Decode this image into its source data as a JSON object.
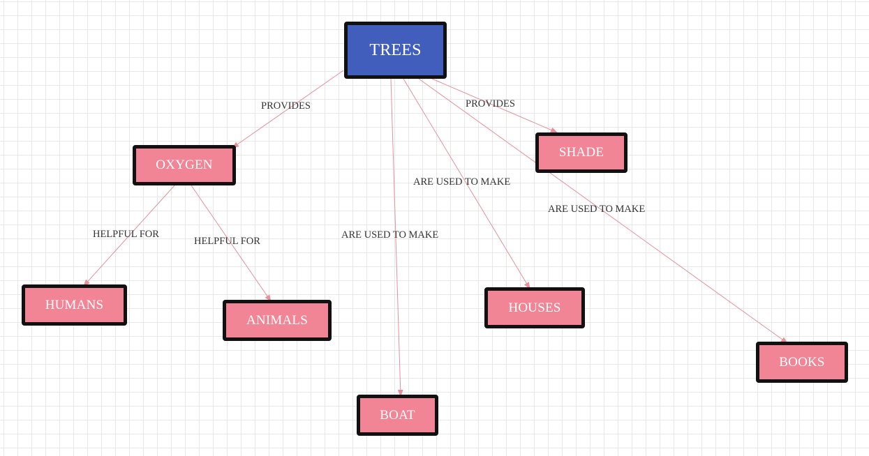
{
  "colors": {
    "root_fill": "#425ebd",
    "node_fill": "#f28595",
    "node_border": "#111111",
    "edge": "#e7909b",
    "label_text": "#333333",
    "grid": "#e8e8e8"
  },
  "nodes": {
    "trees": "TREES",
    "oxygen": "OXYGEN",
    "shade": "SHADE",
    "humans": "HUMANS",
    "animals": "ANIMALS",
    "houses": "HOUSES",
    "boat": "BOAT",
    "books": "BOOKS"
  },
  "edges": [
    {
      "from": "TREES",
      "to": "OXYGEN",
      "label": "PROVIDES"
    },
    {
      "from": "TREES",
      "to": "SHADE",
      "label": "PROVIDES"
    },
    {
      "from": "TREES",
      "to": "BOAT",
      "label": "ARE USED TO MAKE"
    },
    {
      "from": "TREES",
      "to": "HOUSES",
      "label": "ARE USED TO MAKE"
    },
    {
      "from": "TREES",
      "to": "BOOKS",
      "label": "ARE USED TO MAKE"
    },
    {
      "from": "OXYGEN",
      "to": "HUMANS",
      "label": "HELPFUL FOR"
    },
    {
      "from": "OXYGEN",
      "to": "ANIMALS",
      "label": "HELPFUL FOR"
    }
  ]
}
